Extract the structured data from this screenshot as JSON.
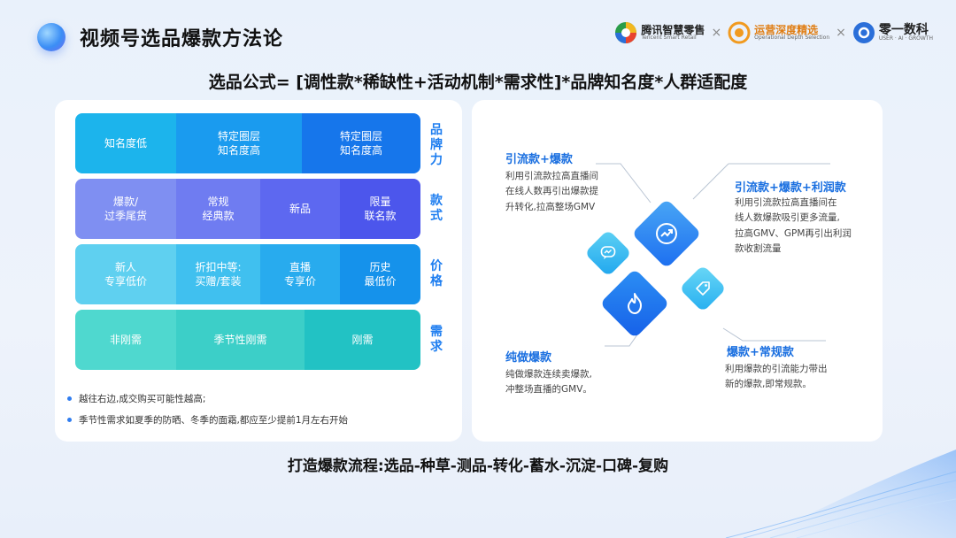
{
  "title": "视频号选品爆款方法论",
  "logos": [
    {
      "main": "腾讯智慧零售",
      "sub": "Tencent Smart Retail"
    },
    {
      "main": "运营深度精选",
      "sub": "Operational Depth Selection"
    },
    {
      "main": "零一数科",
      "sub": "USER · AI · GROWTH"
    }
  ],
  "times_sign": "×",
  "formula": "选品公式= [调性款*稀缺性+活动机制*需求性]*品牌知名度*人群适配度",
  "matrix": {
    "brand": {
      "label": "品牌力",
      "cells": [
        "知名度低",
        "特定圈层\n知名度高",
        "特定圈层\n知名度高"
      ]
    },
    "style": {
      "label": "款式",
      "cells": [
        "爆款/\n过季尾货",
        "常规\n经典款",
        "新品",
        "限量\n联名款"
      ]
    },
    "price": {
      "label": "价格",
      "cells": [
        "新人\n专享低价",
        "折扣中等:\n买赠/套装",
        "直播\n专享价",
        "历史\n最低价"
      ]
    },
    "demand": {
      "label": "需求",
      "cells": [
        "非刚需",
        "季节性刚需",
        "刚需"
      ]
    }
  },
  "notes": [
    "越往右边,成交购买可能性越高;",
    "季节性需求如夏季的防晒、冬季的面霜,都应至少提前1月左右开始"
  ],
  "quadrants": {
    "top_left": {
      "title": "引流款+爆款",
      "desc": "利用引流款拉高直播间\n在线人数再引出爆款提\n升转化,拉高整场GMV"
    },
    "top_right": {
      "title": "引流款+爆款+利润款",
      "desc": "利用引流款拉高直播间在\n线人数爆款吸引更多流量,\n拉高GMV、GPM再引出利润\n款收割流量"
    },
    "bottom_left": {
      "title": "纯做爆款",
      "desc": "纯做爆款连续卖爆款,\n冲整场直播的GMV。"
    },
    "bottom_right": {
      "title": "爆款+常规款",
      "desc": "利用爆款的引流能力带出\n新的爆款,即常规款。"
    }
  },
  "flow": "打造爆款流程:选品-种草-测品-转化-蓄水-沉淀-口碑-复购",
  "colors": {
    "accent": "#1e7ef0",
    "title_blue": "#1a6fe0"
  },
  "icons": [
    "chat-bubble-icon",
    "trend-up-icon",
    "tag-icon",
    "flame-icon"
  ]
}
